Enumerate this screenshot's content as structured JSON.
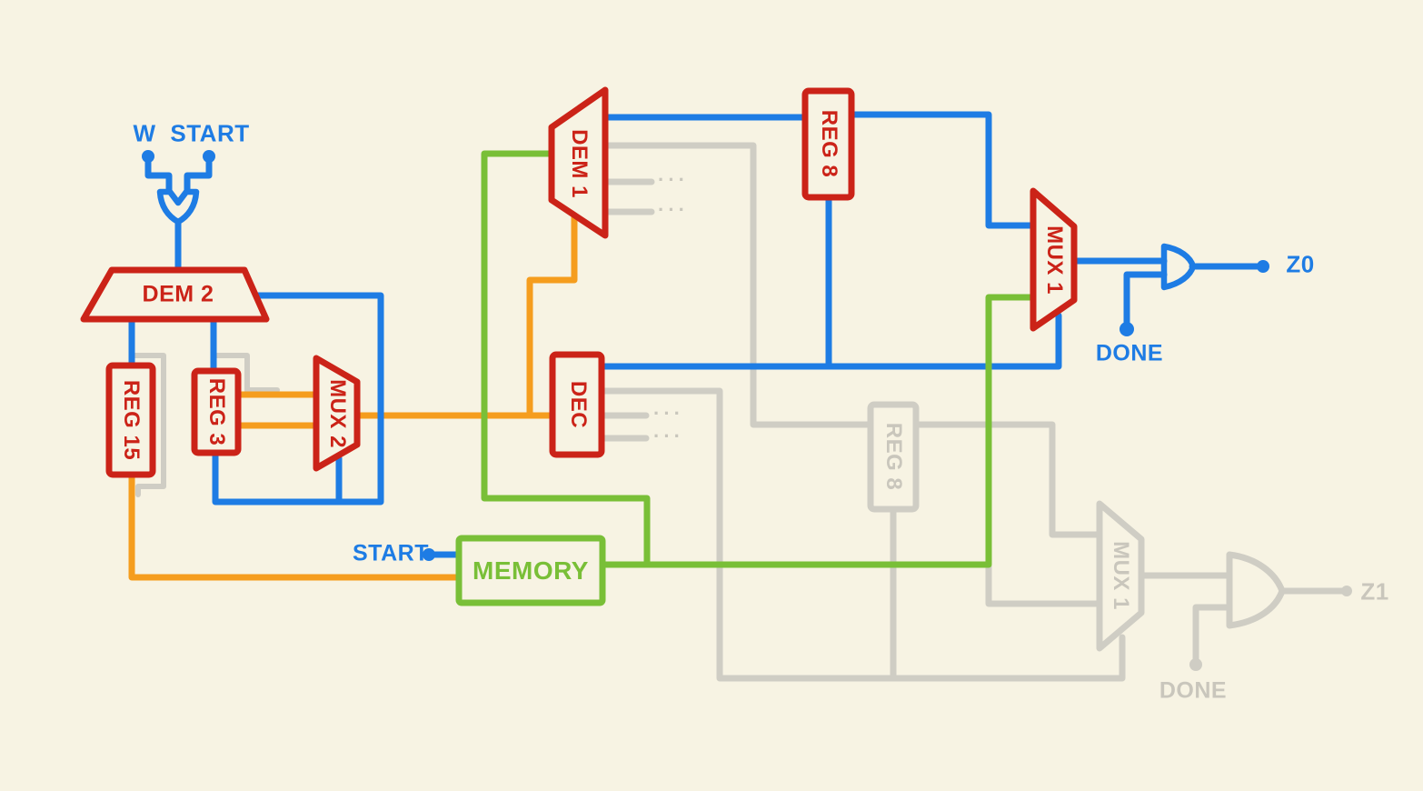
{
  "palette": {
    "background": "#f7f3e3",
    "red": "#cb2318",
    "blue": "#1e7ce4",
    "orange": "#f59d1e",
    "green": "#79bf37",
    "gray": "#cfcdc4",
    "gray_text": "#c9c6bc"
  },
  "components": {
    "dem2": "DEM 2",
    "reg15": "REG 15",
    "reg3": "REG 3",
    "mux2": "MUX 2",
    "dem1": "DEM 1",
    "dec": "DEC",
    "reg8": "REG 8",
    "mux1": "MUX 1",
    "memory": "MEMORY",
    "reg8_inactive": "REG 8",
    "mux1_inactive": "MUX 1"
  },
  "terminals": {
    "w": "W",
    "start_top": "START",
    "start_memory": "START",
    "z0": "Z0",
    "done": "DONE",
    "z1": "Z1",
    "done_inactive": "DONE"
  },
  "misc": {
    "ellipsis": "···"
  }
}
